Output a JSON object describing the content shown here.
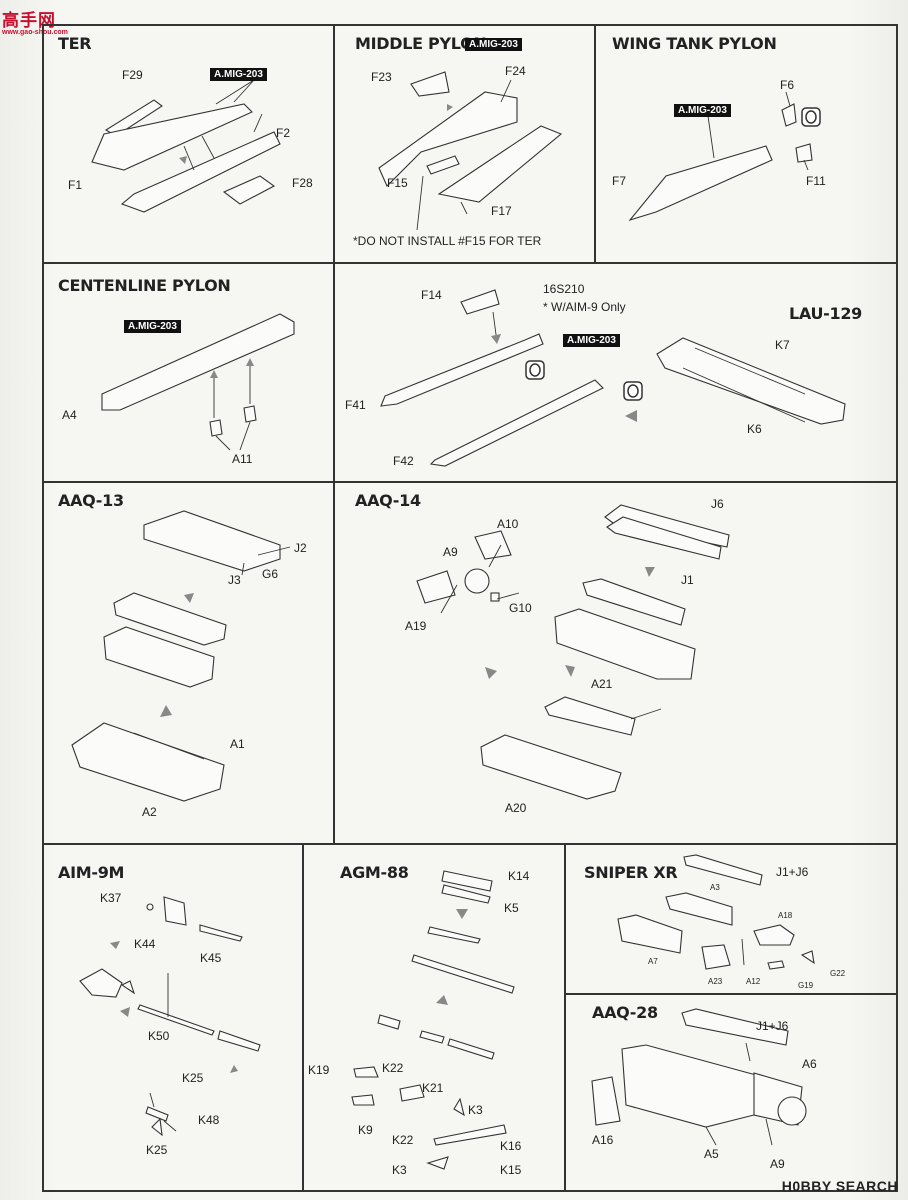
{
  "watermark_top": {
    "text": "高手网",
    "sub": "www.gao-shou.com"
  },
  "watermark_bottom": "H0BBY SEARCH",
  "panels": {
    "ter": {
      "title": "TER",
      "tag": "A.MIG-203",
      "labels": [
        "F29",
        "F2",
        "F1",
        "F28"
      ]
    },
    "middle": {
      "title": "MIDDLE PYLON",
      "tag": "A.MIG-203",
      "labels": [
        "F23",
        "F24",
        "F15",
        "F17"
      ],
      "note": "*DO NOT INSTALL #F15 FOR TER"
    },
    "wing": {
      "title": "WING TANK PYLON",
      "tag": "A.MIG-203",
      "labels": [
        "F6",
        "F7",
        "F11"
      ]
    },
    "center": {
      "title": "CENTENLINE PYLON",
      "tag": "A.MIG-203",
      "labels": [
        "A4",
        "A11"
      ]
    },
    "lau": {
      "title": "LAU-129",
      "tag": "A.MIG-203",
      "labels": [
        "F14",
        "F41",
        "F42",
        "K7",
        "K6"
      ],
      "note1": "16S210",
      "note2": "* W/AIM-9 Only"
    },
    "aaq13": {
      "title": "AAQ-13",
      "labels": [
        "J2",
        "J3",
        "G6",
        "A1",
        "A2"
      ]
    },
    "aaq14": {
      "title": "AAQ-14",
      "labels": [
        "A10",
        "A9",
        "A19",
        "G10",
        "J6",
        "J1",
        "A21",
        "A20"
      ]
    },
    "aim9m": {
      "title": "AIM-9M",
      "labels": [
        "K37",
        "K44",
        "K45",
        "K50",
        "K25",
        "K48",
        "K25"
      ]
    },
    "agm88": {
      "title": "AGM-88",
      "labels": [
        "K14",
        "K5",
        "K19",
        "K22",
        "K21",
        "K9",
        "K22",
        "K3",
        "K16",
        "K3",
        "K15"
      ]
    },
    "sniper": {
      "title": "SNIPER XR",
      "labels": [
        "J1+J6",
        "A3",
        "A18",
        "A7",
        "A23",
        "A12",
        "G19",
        "G22"
      ]
    },
    "aaq28": {
      "title": "AAQ-28",
      "labels": [
        "J1+J6",
        "A6",
        "A16",
        "A5",
        "A9"
      ]
    }
  }
}
